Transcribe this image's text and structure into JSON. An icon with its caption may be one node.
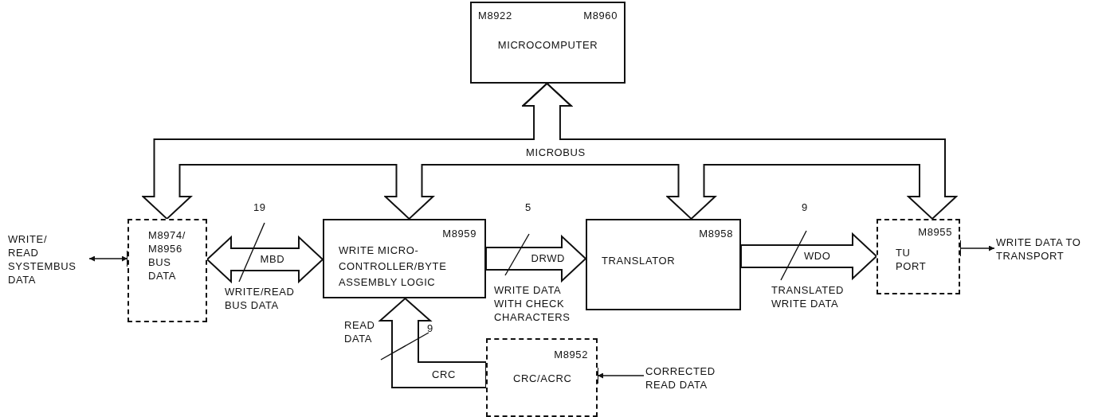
{
  "diagram": {
    "nodes": [
      {
        "text": [
          "M8922",
          "M8960",
          "MICROCOMPUTER"
        ]
      },
      {
        "text": [
          "M8974/ M8956",
          "BUS DATA"
        ]
      },
      {
        "text": [
          "M8959",
          "WRITE MICRO- CONTROLLER/BYTE ASSEMBLY LOGIC"
        ]
      },
      {
        "text": [
          "M8958",
          "TRANSLATOR"
        ]
      },
      {
        "text": [
          "M8955",
          "TU PORT"
        ]
      },
      {
        "text": [
          "M8952",
          "CRC/ACRC"
        ]
      },
      {
        "text": [
          "WRITE/ READ SYSTEMBUS DATA"
        ]
      },
      {
        "text": [
          "WRITE DATA TO TRANSPORT"
        ]
      },
      {
        "text": [
          "CORRECTED READ DATA"
        ]
      }
    ],
    "edges": [
      {
        "from": 0,
        "to": 1,
        "arrow": "both"
      },
      {
        "from": 0,
        "to": 2,
        "arrow": "both"
      },
      {
        "from": 0,
        "to": 3,
        "arrow": "both"
      },
      {
        "from": 0,
        "to": 4,
        "arrow": "both"
      },
      {
        "from": 6,
        "to": 1,
        "arrow": "both"
      },
      {
        "from": 1,
        "to": 2,
        "arrow": "both",
        "label": "MBD"
      },
      {
        "from": 2,
        "to": 3,
        "arrow": "to",
        "label": "DRWD"
      },
      {
        "from": 3,
        "to": 4,
        "arrow": "to",
        "label": "WDO"
      },
      {
        "from": 4,
        "to": 7,
        "arrow": "to"
      },
      {
        "from": 5,
        "to": 2,
        "arrow": "to",
        "label": "CRC"
      },
      {
        "from": 8,
        "to": 5,
        "arrow": "to"
      }
    ],
    "labels": [
      "MICROBUS",
      "19",
      "5",
      "9",
      "WRITE/READ BUS DATA",
      "WRITE DATA WITH CHECK CHARACTERS",
      "TRANSLATED WRITE DATA",
      "READ DATA",
      "9"
    ]
  }
}
